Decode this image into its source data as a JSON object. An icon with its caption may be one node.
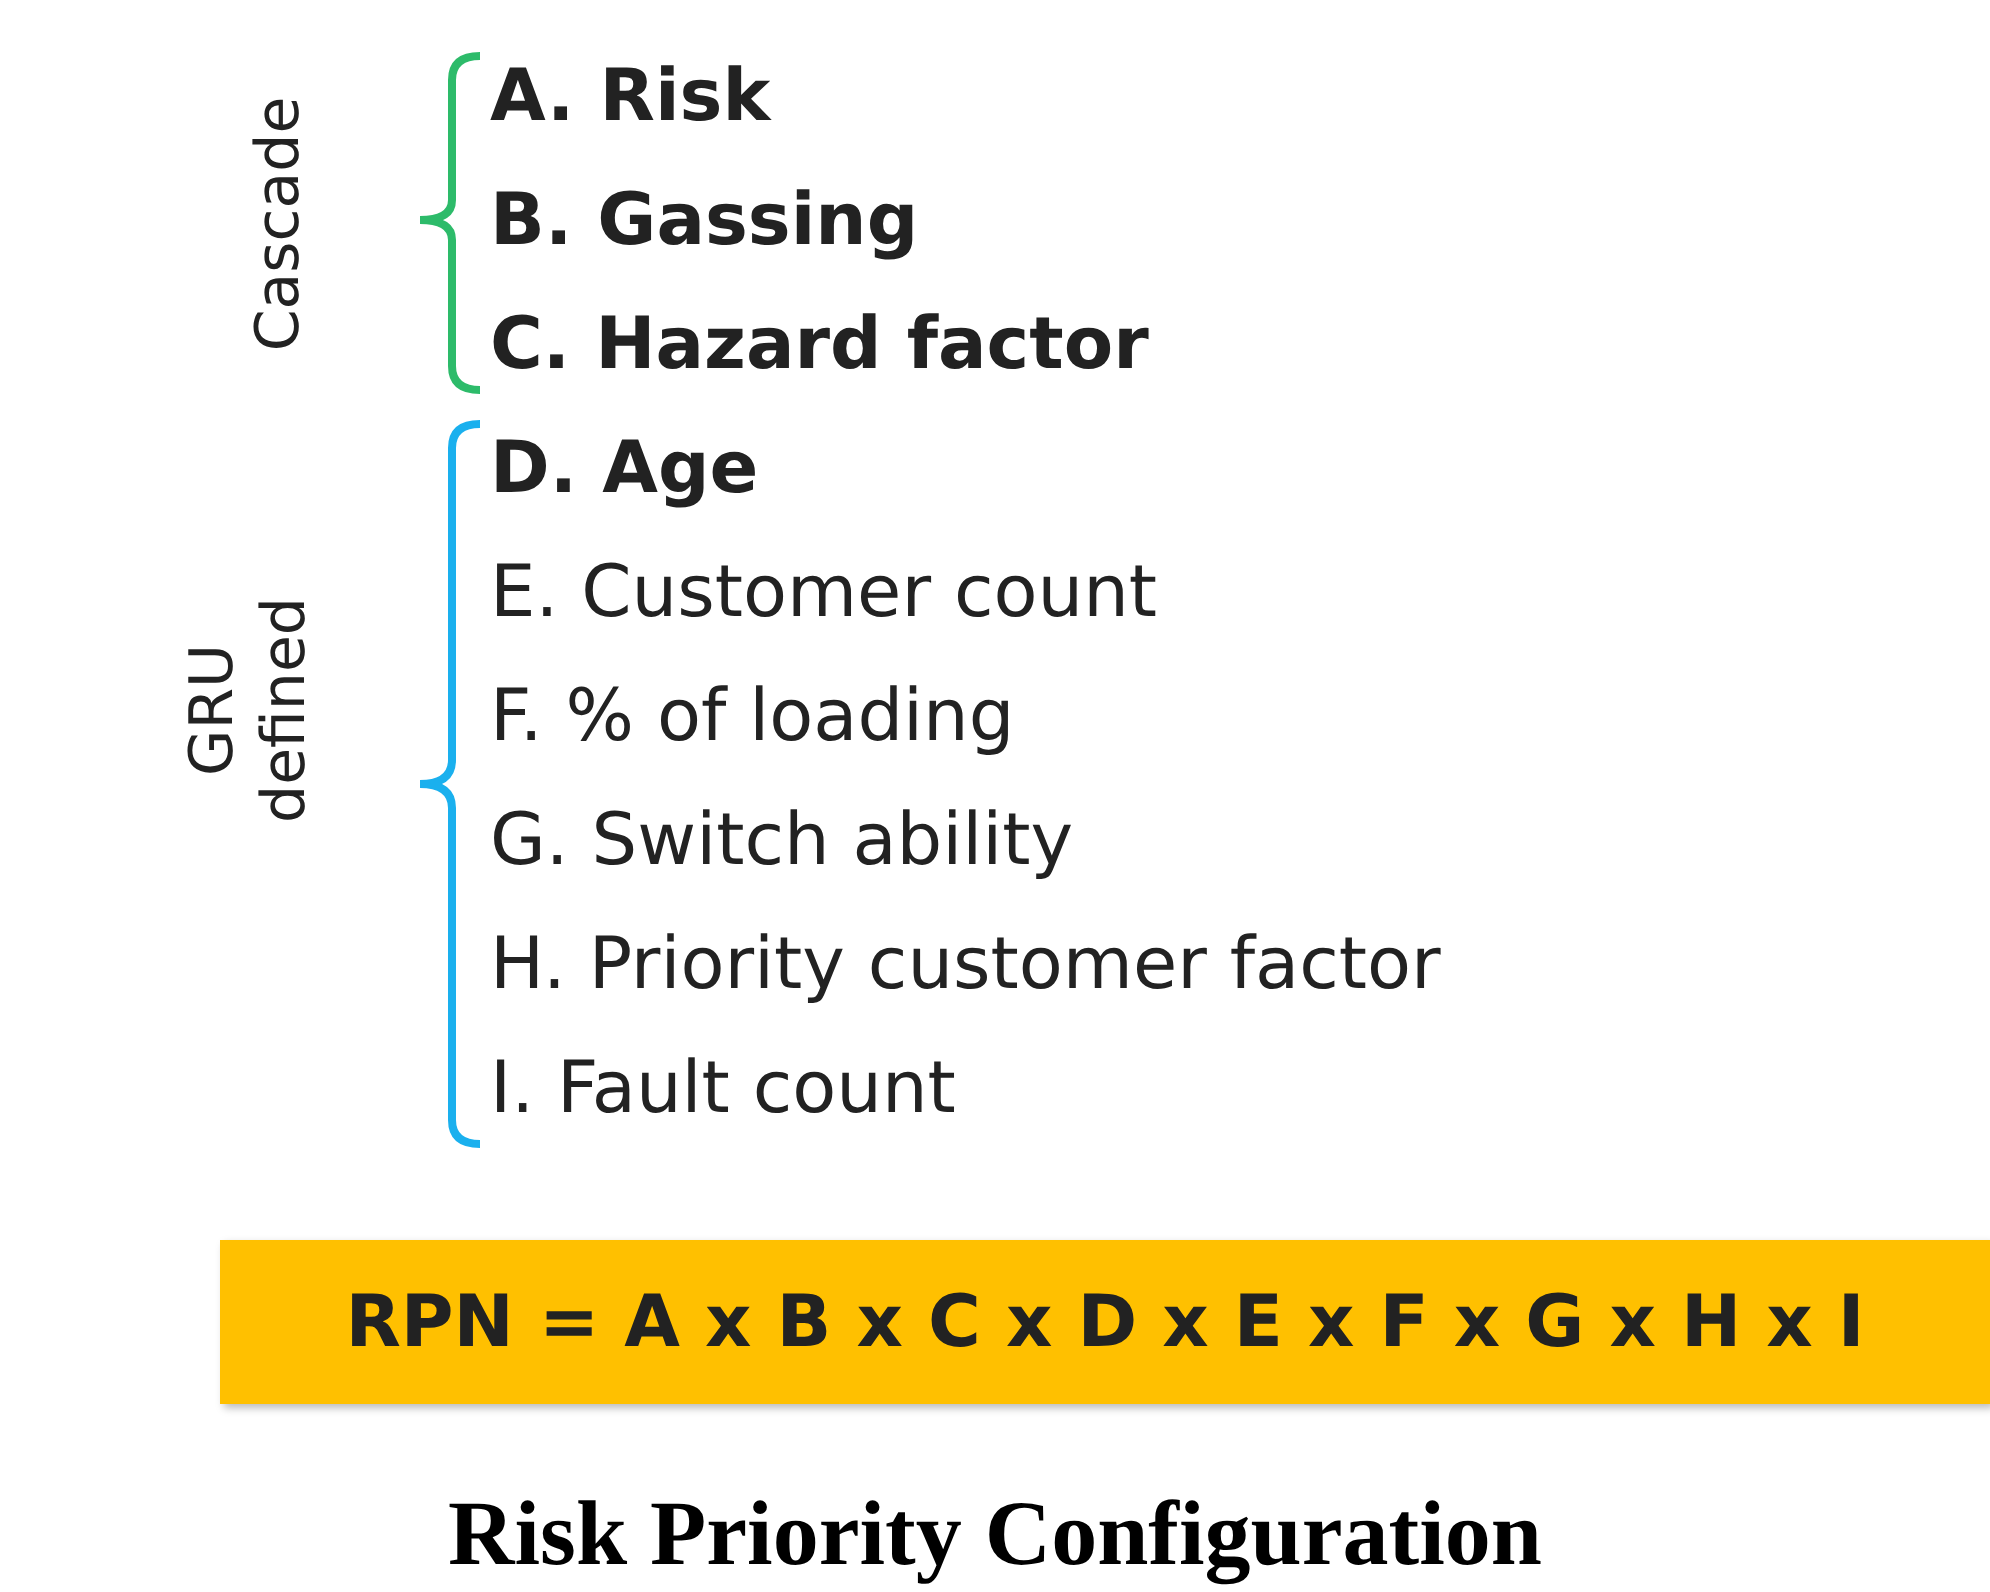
{
  "diagram": {
    "caption": "Risk Priority Configuration",
    "nodes": [
      {
        "text": [
          "RPN = A x B x C x D x E x F x G x H x I"
        ]
      }
    ],
    "labels": [
      "Cascade",
      "A. Risk",
      "B. Gassing",
      "C. Hazard factor",
      "GRU defined",
      "D. Age",
      "E. Customer count",
      "F. % of loading",
      "G. Switch ability",
      "H. Priority customer factor",
      "I. Fault count"
    ]
  }
}
